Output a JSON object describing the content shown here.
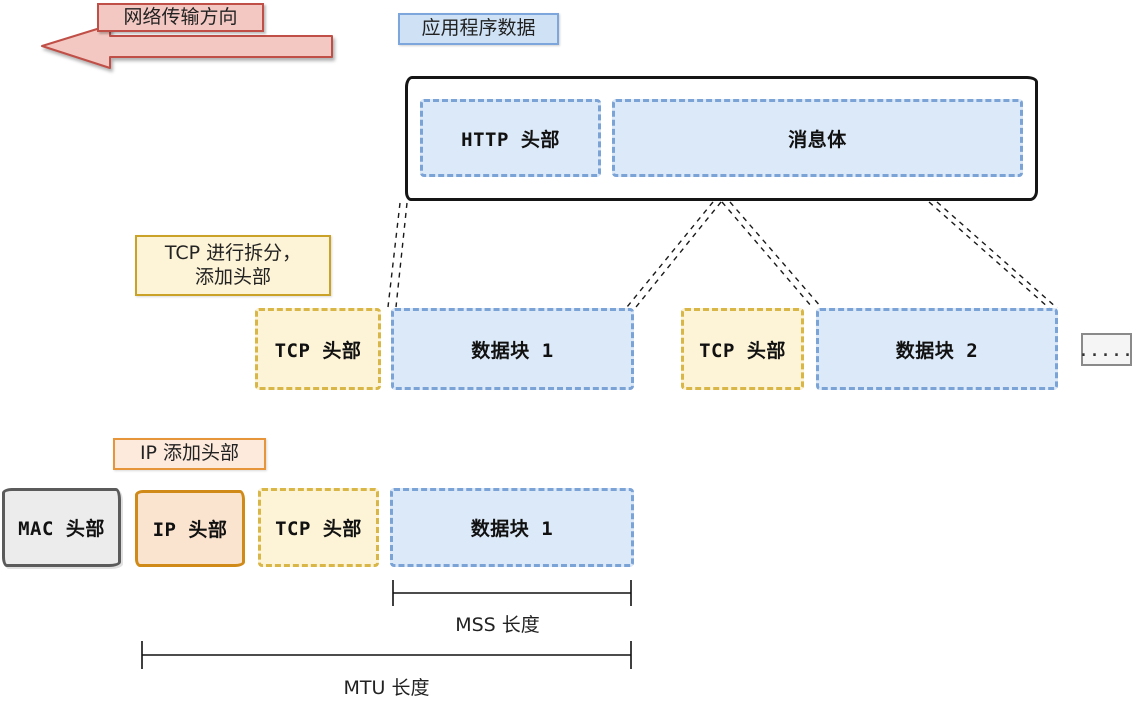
{
  "colors": {
    "arrow-fill": "#f4c8c2",
    "arrow-border": "#bf4f47",
    "label-blue-fill": "#cfe2f5",
    "label-blue-border": "#7da7dc",
    "blue-fill": "#dce9f8",
    "blue-border": "#7ba3d6",
    "yellow-fill": "#fdf3d6",
    "yellow-border": "#d9b648",
    "yellow-note-border": "#c9a227",
    "ip-note-fill": "#fdeadc",
    "ip-note-border": "#e6953a",
    "peach-fill": "#fae3cf",
    "ip-border": "#d08a18",
    "gray-fill": "#ececec",
    "gray-border": "#5b5b5b",
    "gray-box-fill": "#f5f5f5",
    "gray-box-border": "#8a8a8a",
    "black": "#151515",
    "text": "#1f1f1f"
  },
  "direction_arrow": {
    "label": "网络传输方向"
  },
  "app_data": {
    "label": "应用程序数据"
  },
  "top_box": {
    "segments": [
      {
        "label": "HTTP 头部"
      },
      {
        "label": "消息体"
      }
    ]
  },
  "tcp_note": {
    "line1": "TCP 进行拆分，",
    "line2": "添加头部"
  },
  "tcp_row": {
    "tcp1": "TCP 头部",
    "data1": "数据块 1",
    "tcp2": "TCP 头部",
    "data2": "数据块 2",
    "ellipsis": "....."
  },
  "ip_note": {
    "label": "IP 添加头部"
  },
  "packet_row": {
    "mac": "MAC 头部",
    "ip": "IP 头部",
    "tcp": "TCP 头部",
    "data": "数据块 1"
  },
  "measures": {
    "mss": "MSS 长度",
    "mtu": "MTU 长度"
  }
}
